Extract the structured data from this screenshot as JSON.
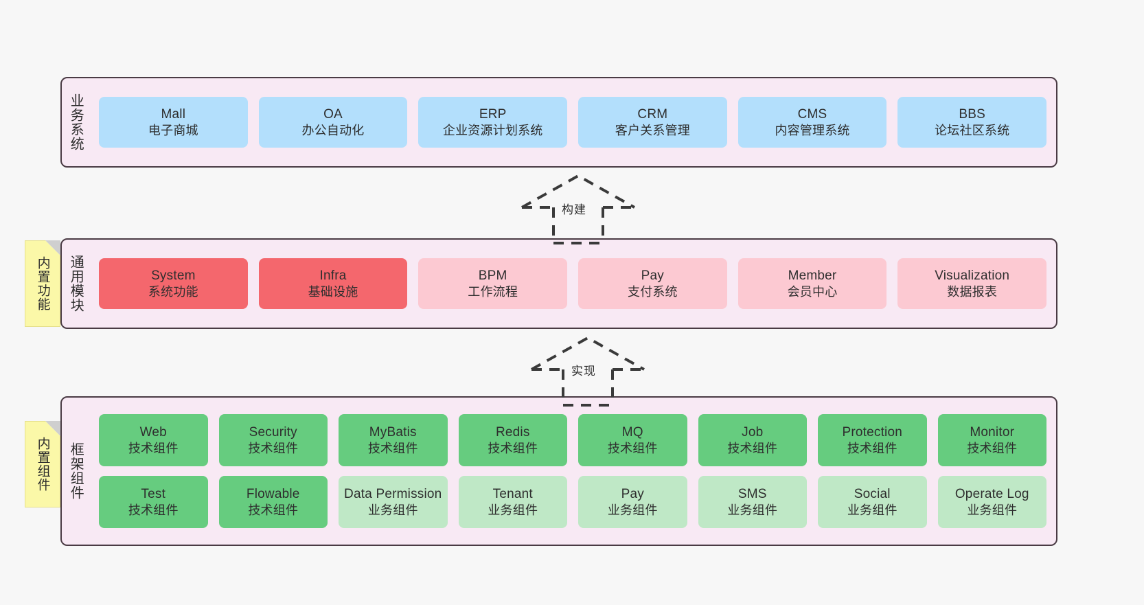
{
  "diagram": {
    "title": "yudao framework architecture",
    "background": "#f7f7f7",
    "colors": {
      "layer_bg": "#f8e9f4",
      "layer_border": "#4a3b44",
      "business_node": "#b3dffc",
      "module_core": "#f4676d",
      "module_optional": "#fcc9d2",
      "framework_tech": "#66cc7f",
      "framework_biz": "#bfe8c6",
      "note_bg": "#fbf8a8",
      "note_fold": "#cfcfcf"
    }
  },
  "notes": [
    {
      "id": "builtin-func",
      "label": "内置功能"
    },
    {
      "id": "builtin-comp",
      "label": "内置组件"
    }
  ],
  "connectors": [
    {
      "id": "build",
      "label": "构建",
      "style": "dashed-hollow-arrow-up"
    },
    {
      "id": "impl",
      "label": "实现",
      "style": "dashed-hollow-arrow-up"
    }
  ],
  "layers": [
    {
      "id": "business",
      "title": "业务系统",
      "rows": [
        {
          "nodes": [
            {
              "title": "Mall",
              "sub": "电子商城",
              "color": "blue"
            },
            {
              "title": "OA",
              "sub": "办公自动化",
              "color": "blue"
            },
            {
              "title": "ERP",
              "sub": "企业资源计划系统",
              "color": "blue"
            },
            {
              "title": "CRM",
              "sub": "客户关系管理",
              "color": "blue"
            },
            {
              "title": "CMS",
              "sub": "内容管理系统",
              "color": "blue"
            },
            {
              "title": "BBS",
              "sub": "论坛社区系统",
              "color": "blue"
            }
          ]
        }
      ]
    },
    {
      "id": "modules",
      "title": "通用模块",
      "rows": [
        {
          "nodes": [
            {
              "title": "System",
              "sub": "系统功能",
              "color": "red"
            },
            {
              "title": "Infra",
              "sub": "基础设施",
              "color": "red"
            },
            {
              "title": "BPM",
              "sub": "工作流程",
              "color": "pink"
            },
            {
              "title": "Pay",
              "sub": "支付系统",
              "color": "pink"
            },
            {
              "title": "Member",
              "sub": "会员中心",
              "color": "pink"
            },
            {
              "title": "Visualization",
              "sub": "数据报表",
              "color": "pink"
            }
          ]
        }
      ]
    },
    {
      "id": "framework",
      "title": "框架组件",
      "rows": [
        {
          "nodes": [
            {
              "title": "Web",
              "sub": "技术组件",
              "color": "green"
            },
            {
              "title": "Security",
              "sub": "技术组件",
              "color": "green"
            },
            {
              "title": "MyBatis",
              "sub": "技术组件",
              "color": "green"
            },
            {
              "title": "Redis",
              "sub": "技术组件",
              "color": "green"
            },
            {
              "title": "MQ",
              "sub": "技术组件",
              "color": "green"
            },
            {
              "title": "Job",
              "sub": "技术组件",
              "color": "green"
            },
            {
              "title": "Protection",
              "sub": "技术组件",
              "color": "green"
            },
            {
              "title": "Monitor",
              "sub": "技术组件",
              "color": "green"
            }
          ]
        },
        {
          "nodes": [
            {
              "title": "Test",
              "sub": "技术组件",
              "color": "green"
            },
            {
              "title": "Flowable",
              "sub": "技术组件",
              "color": "green"
            },
            {
              "title": "Data Permission",
              "sub": "业务组件",
              "color": "lightgreen"
            },
            {
              "title": "Tenant",
              "sub": "业务组件",
              "color": "lightgreen"
            },
            {
              "title": "Pay",
              "sub": "业务组件",
              "color": "lightgreen"
            },
            {
              "title": "SMS",
              "sub": "业务组件",
              "color": "lightgreen"
            },
            {
              "title": "Social",
              "sub": "业务组件",
              "color": "lightgreen"
            },
            {
              "title": "Operate Log",
              "sub": "业务组件",
              "color": "lightgreen"
            }
          ]
        }
      ]
    }
  ]
}
